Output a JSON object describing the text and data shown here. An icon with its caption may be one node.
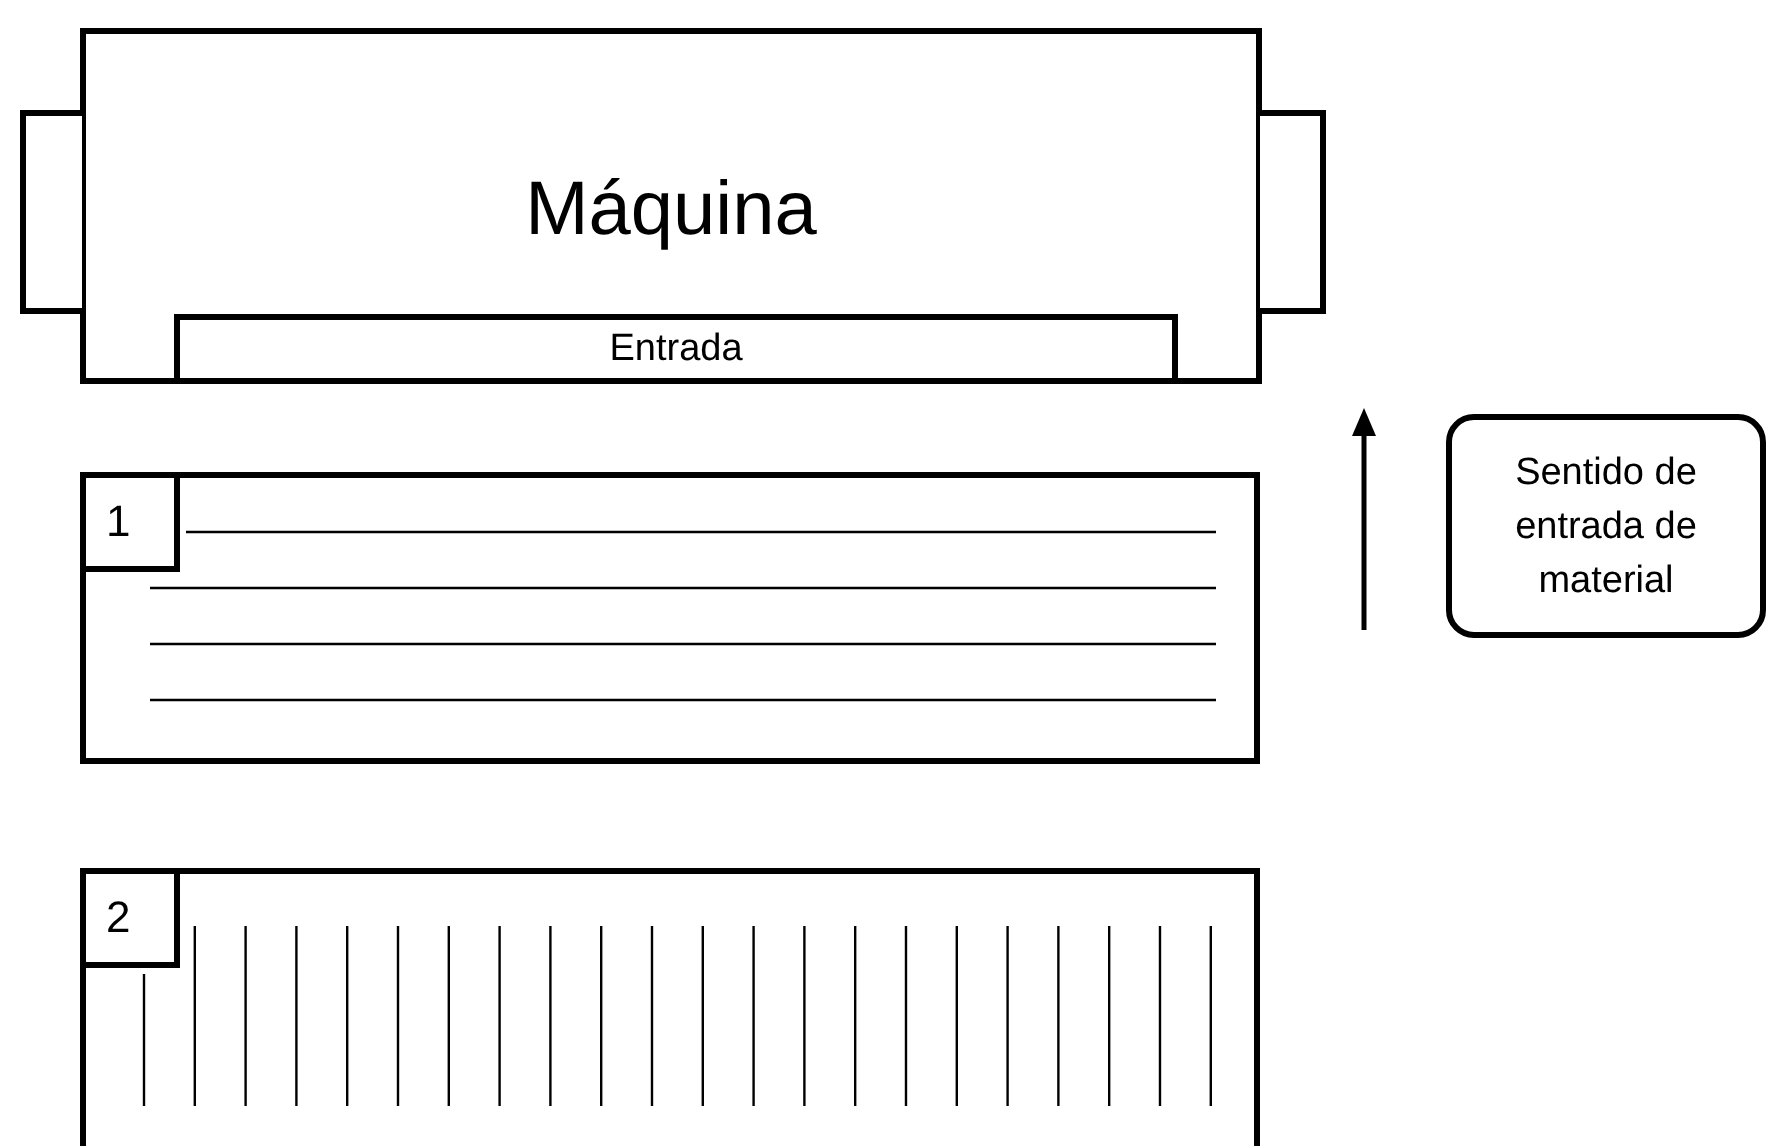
{
  "diagram": {
    "nodes": [
      {
        "text": [
          "Máquina"
        ]
      },
      {
        "text": [
          "Entrada"
        ],
        "in": 0
      },
      {
        "text": [
          "1"
        ]
      },
      {
        "text": [
          "2"
        ]
      },
      {
        "text": [
          "Sentido de entrada de material"
        ]
      },
      {
        "text": [],
        "shape": "box"
      },
      {
        "text": [],
        "shape": "box"
      }
    ]
  }
}
